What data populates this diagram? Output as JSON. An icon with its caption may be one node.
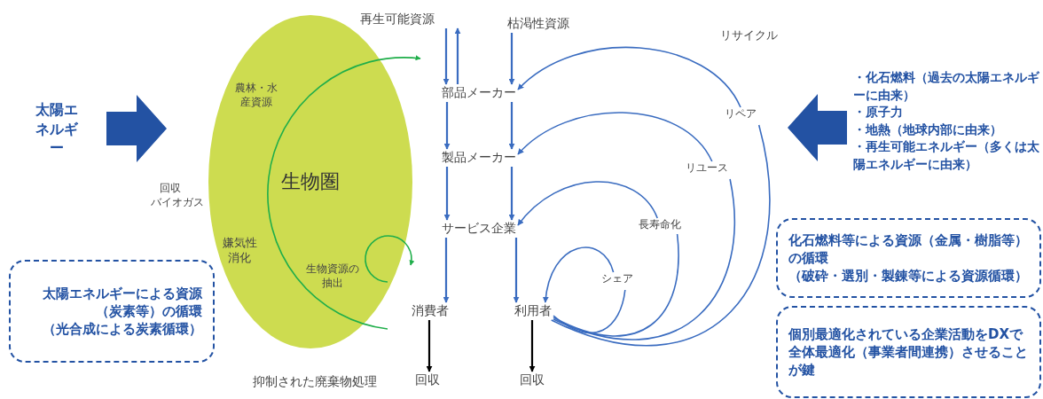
{
  "diagram": {
    "nodes": [
      {
        "text": [
          "太陽エネルギー"
        ]
      },
      {
        "text": [
          "生物圏"
        ]
      },
      {
        "text": [
          "再生可能資源"
        ]
      },
      {
        "text": [
          "枯渇性資源"
        ]
      },
      {
        "text": [
          "部品メーカー"
        ]
      },
      {
        "text": [
          "製品メーカー"
        ]
      },
      {
        "text": [
          "サービス企業"
        ]
      },
      {
        "text": [
          "消費者"
        ]
      },
      {
        "text": [
          "利用者"
        ]
      },
      {
        "text": [
          "回収"
        ]
      },
      {
        "text": [
          "回収"
        ]
      },
      {
        "text": [
          "リペア"
        ]
      },
      {
        "text": [
          "リユース"
        ]
      },
      {
        "text": [
          "長寿命化"
        ]
      },
      {
        "text": [
          "シェア"
        ]
      },
      {
        "text": [
          "・化石燃料（過去の太陽エネルギーに由来）",
          "・原子力",
          "・地熱（地球内部に由来）",
          "・再生可能エネルギー（多くは太陽エネルギーに由来）"
        ]
      },
      {
        "text": [
          "太陽エネルギーによる資源（炭素等）の循環",
          "（光合成による炭素循環）"
        ]
      },
      {
        "text": [
          "化石燃料等による資源（金属・樹脂等）の循環",
          "（破砕・選別・製錬等による資源循環）"
        ]
      },
      {
        "text": [
          "個別最適化されている企業活動をDXで全体最適化（事業者間連携）させることが鍵"
        ]
      }
    ],
    "edges": [
      {
        "from": 0,
        "to": 1,
        "arrow": "to",
        "style": "thick"
      },
      {
        "from": 2,
        "to": 4,
        "arrow": "to"
      },
      {
        "from": 4,
        "to": 2,
        "arrow": "to"
      },
      {
        "from": 3,
        "to": 4,
        "arrow": "to"
      },
      {
        "from": 4,
        "to": 5,
        "arrow": "to"
      },
      {
        "from": 4,
        "to": 5,
        "arrow": "to"
      },
      {
        "from": 5,
        "to": 6,
        "arrow": "to"
      },
      {
        "from": 5,
        "to": 6,
        "arrow": "to"
      },
      {
        "from": 6,
        "to": 7,
        "arrow": "to"
      },
      {
        "from": 6,
        "to": 8,
        "arrow": "to"
      },
      {
        "from": 7,
        "to": 9,
        "arrow": "to",
        "color": "#000000"
      },
      {
        "from": 8,
        "to": 10,
        "arrow": "to",
        "color": "#000000"
      },
      {
        "from": 8,
        "to": 14,
        "arrow": "none"
      },
      {
        "from": 14,
        "to": 8,
        "arrow": "to"
      },
      {
        "from": 8,
        "to": 13,
        "arrow": "none"
      },
      {
        "from": 13,
        "to": 6,
        "arrow": "to"
      },
      {
        "from": 8,
        "to": 12,
        "arrow": "none"
      },
      {
        "from": 12,
        "to": 5,
        "arrow": "to"
      },
      {
        "from": 8,
        "to": 11,
        "arrow": "none"
      },
      {
        "from": 11,
        "to": 4,
        "arrow": "to"
      },
      {
        "from": 15,
        "to": null,
        "arrow": "to",
        "style": "thick"
      }
    ],
    "labels": [
      "農林・水産資源",
      "回収",
      "バイオガス",
      "嫌気性消化",
      "生物資源の抽出",
      "リサイクル",
      "抑制された廃棄物処理"
    ]
  }
}
